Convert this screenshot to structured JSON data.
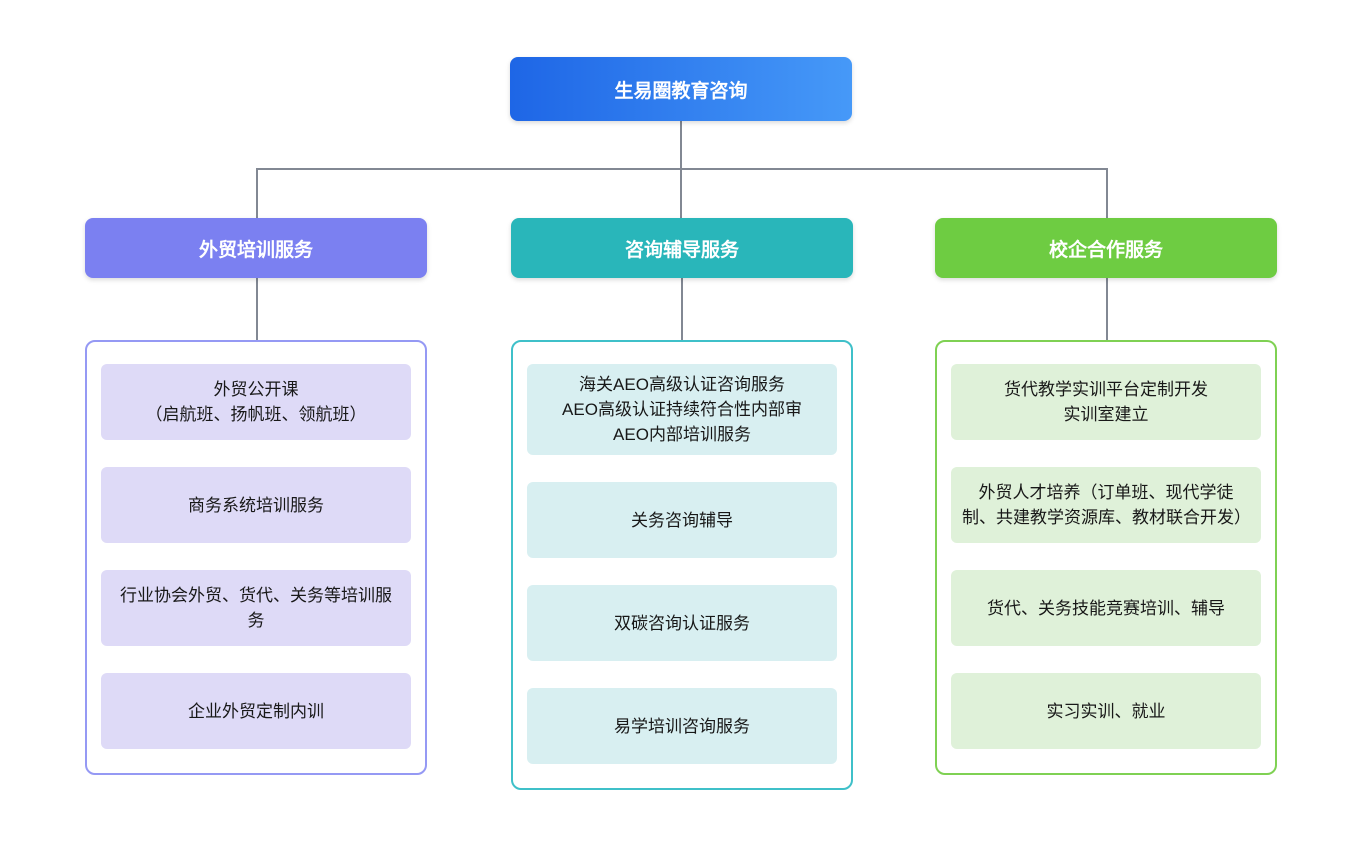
{
  "title": "生易圈教育咨询",
  "root": {
    "label": "生易圈教育咨询",
    "color_start": "#1e66e6",
    "color_end": "#4699f8"
  },
  "connector_color": "#828893",
  "background_color": "#ffffff",
  "branches": [
    {
      "label": "外贸培训服务",
      "header_color": "#7b80f1",
      "panel_border_color": "#9599f4",
      "item_bg_color": "#dedaf7",
      "items": [
        "外贸公开课\n（启航班、扬帆班、领航班）",
        "商务系统培训服务",
        "行业协会外贸、货代、关务等培训服务",
        "企业外贸定制内训"
      ]
    },
    {
      "label": "咨询辅导服务",
      "header_color": "#29b6ba",
      "panel_border_color": "#3fc0c9",
      "item_bg_color": "#d8eff1",
      "items": [
        "海关AEO高级认证咨询服务\nAEO高级认证持续符合性内部审\nAEO内部培训服务",
        "关务咨询辅导",
        "双碳咨询认证服务",
        "易学培训咨询服务"
      ]
    },
    {
      "label": "校企合作服务",
      "header_color": "#6ecc42",
      "panel_border_color": "#7fd153",
      "item_bg_color": "#dff1d9",
      "items": [
        "货代教学实训平台定制开发\n实训室建立",
        "外贸人才培养（订单班、现代学徒制、共建教学资源库、教材联合开发）",
        "货代、关务技能竞赛培训、辅导",
        "实习实训、就业"
      ]
    }
  ]
}
